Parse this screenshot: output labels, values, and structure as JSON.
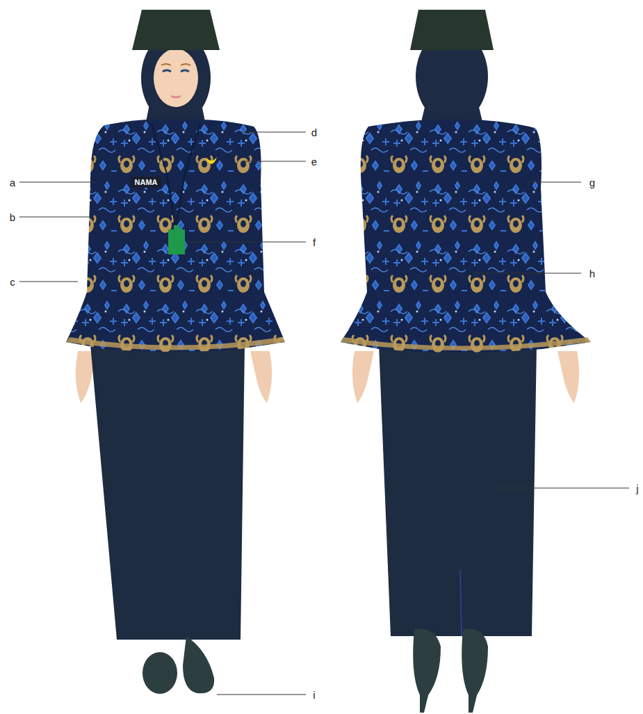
{
  "diagram": {
    "labels": [
      "a",
      "NAMA",
      "b",
      "c",
      "d",
      "e",
      "f",
      "g",
      "h",
      "i",
      "j"
    ]
  }
}
